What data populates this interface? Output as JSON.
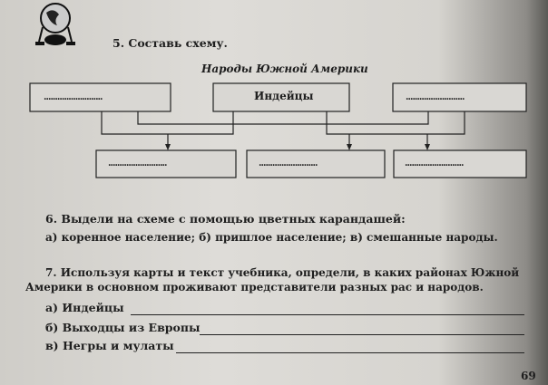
{
  "task5": {
    "heading": "5. Составь схему.",
    "diagram_title": "Народы Южной Америки",
    "boxes_top": [
      "..........................",
      "Индейцы",
      ".........................."
    ],
    "boxes_bottom": [
      "..........................",
      "..........................",
      ".........................."
    ]
  },
  "task6": {
    "heading": "6. Выдели на схеме с помощью цветных карандашей:",
    "options": "а) коренное население; б) пришлое население; в) смешанные народы."
  },
  "task7": {
    "line1": "7. Используя карты и текст учебника, определи, в каких районах Южной",
    "line2": "Америки в основном проживают представители разных рас и народов.",
    "answers": [
      "а) Индейцы",
      "б) Выходцы из Европы",
      "в) Негры и мулаты"
    ]
  },
  "page_number": "69"
}
